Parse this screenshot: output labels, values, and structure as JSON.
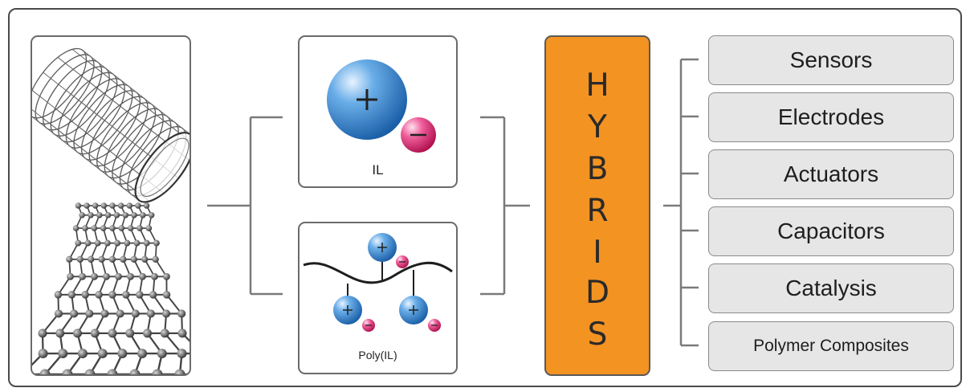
{
  "il_label": "IL",
  "pil_label": "Poly(IL)",
  "hybrids_letters": [
    "H",
    "Y",
    "B",
    "R",
    "I",
    "D",
    "S"
  ],
  "applications": [
    {
      "label": "Sensors"
    },
    {
      "label": "Electrodes"
    },
    {
      "label": "Actuators"
    },
    {
      "label": "Capacitors"
    },
    {
      "label": "Catalysis"
    },
    {
      "label": "Polymer Composites"
    }
  ],
  "colors": {
    "hybrids_fill": "#f39322",
    "cation_blue": "#3a86d4",
    "anion_pink": "#e0367f",
    "app_box_fill": "#e6e6e6",
    "connector_gray": "#7a7a7a"
  }
}
